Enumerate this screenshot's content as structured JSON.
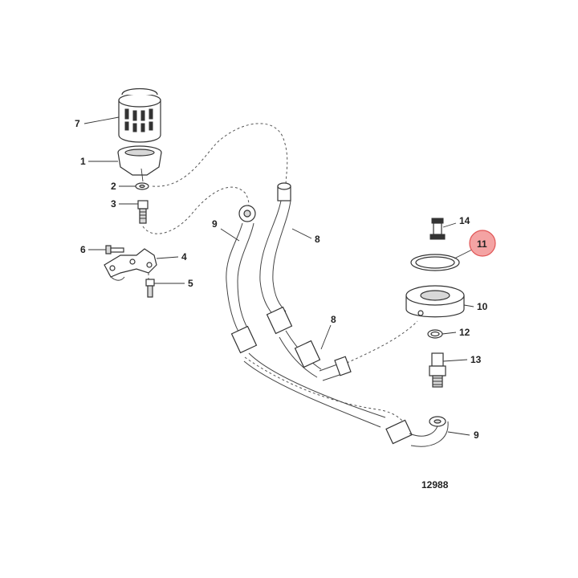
{
  "callouts": {
    "c1": "1",
    "c2": "2",
    "c3": "3",
    "c4": "4",
    "c5": "5",
    "c6": "6",
    "c7": "7",
    "c8a": "8",
    "c8b": "8",
    "c9a": "9",
    "c9b": "9",
    "c10": "10",
    "c11": "11",
    "c12": "12",
    "c13": "13",
    "c14": "14"
  },
  "figure_number": "12988",
  "highlight": {
    "callout": "11",
    "color": "#f4a3a3",
    "border": "#e05555"
  }
}
